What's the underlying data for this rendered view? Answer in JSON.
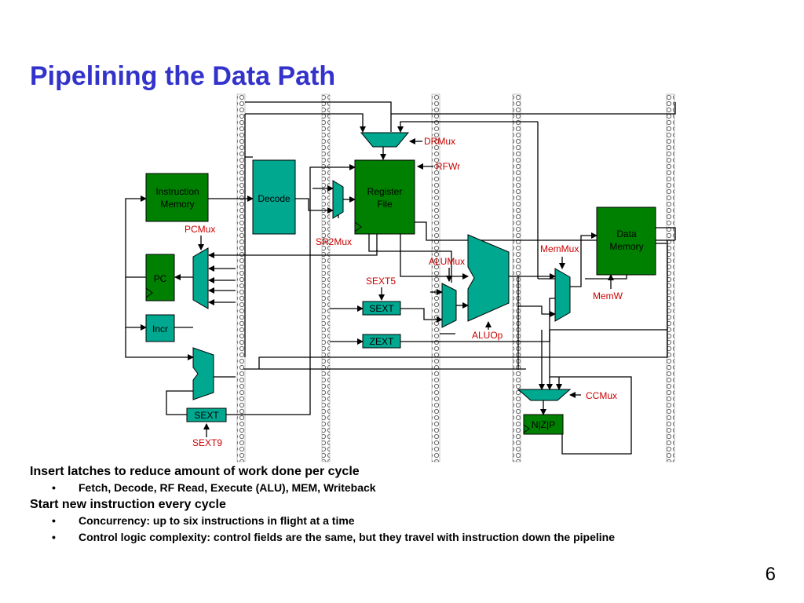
{
  "slide": {
    "title": "Pipelining the Data Path",
    "page_number": "6"
  },
  "diagram": {
    "blocks": {
      "instruction_memory": [
        "Instruction",
        "Memory"
      ],
      "decode": "Decode",
      "register_file": [
        "Register",
        "File"
      ],
      "data_memory": [
        "Data",
        "Memory"
      ],
      "pc": "PC",
      "incr": "Incr",
      "sext_alu": "SEXT",
      "zext": "ZEXT",
      "sext_pc": "SEXT",
      "nzp": "N|Z|P"
    },
    "control_signals": {
      "drmux": "DRMux",
      "rfwr": "RFWr",
      "pcmux": "PCMux",
      "sr2mux": "SR2Mux",
      "alumux": "ALUMux",
      "sext5": "SEXT5",
      "aluop": "ALUOp",
      "memmux": "MemMux",
      "memw": "MemW",
      "ccmux": "CCMux",
      "sext9": "SEXT9"
    },
    "colors": {
      "memory_block": "#008000",
      "logic_block": "#00a890",
      "signal_label": "#cc0000",
      "title": "#3333cc"
    }
  },
  "bullets": [
    {
      "level": 1,
      "text": "Insert latches to reduce amount of work done per cycle"
    },
    {
      "level": 2,
      "text": "Fetch, Decode, RF Read, Execute (ALU), MEM, Writeback"
    },
    {
      "level": 1,
      "text": "Start new instruction every cycle"
    },
    {
      "level": 2,
      "text": "Concurrency: up to six instructions in flight at a time"
    },
    {
      "level": 2,
      "text": "Control logic complexity: control fields are the same, but they travel with instruction down the pipeline"
    }
  ]
}
